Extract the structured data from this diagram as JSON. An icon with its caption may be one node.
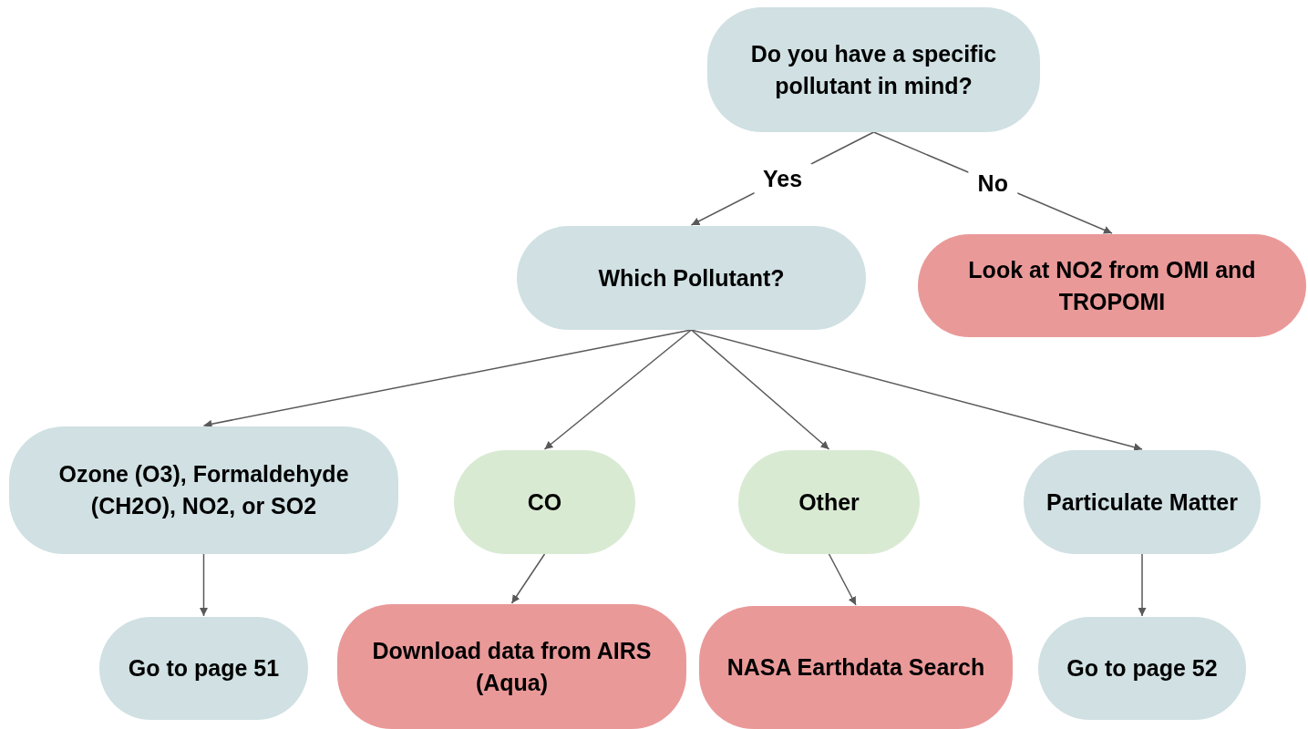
{
  "diagram": {
    "nodes": [
      {
        "text": [
          "Do you have a specific pollutant in mind?"
        ]
      },
      {
        "text": [
          "Which Pollutant?"
        ]
      },
      {
        "text": [
          "Look at NO2 from OMI and TROPOMI"
        ]
      },
      {
        "text": [
          "Ozone (O3), Formaldehyde (CH2O), NO2, or SO2"
        ]
      },
      {
        "text": [
          "CO"
        ]
      },
      {
        "text": [
          "Other"
        ]
      },
      {
        "text": [
          "Particulate Matter"
        ]
      },
      {
        "text": [
          "Go to page 51"
        ]
      },
      {
        "text": [
          "Download data from AIRS (Aqua)"
        ]
      },
      {
        "text": [
          "NASA Earthdata Search"
        ]
      },
      {
        "text": [
          "Go to page 52"
        ]
      }
    ],
    "edges": [
      {
        "from": 0,
        "to": 1,
        "arrow": "to",
        "label": "Yes"
      },
      {
        "from": 0,
        "to": 2,
        "arrow": "to",
        "label": "No"
      },
      {
        "from": 1,
        "to": 3,
        "arrow": "to"
      },
      {
        "from": 1,
        "to": 4,
        "arrow": "to"
      },
      {
        "from": 1,
        "to": 5,
        "arrow": "to"
      },
      {
        "from": 1,
        "to": 6,
        "arrow": "to"
      },
      {
        "from": 3,
        "to": 7,
        "arrow": "to"
      },
      {
        "from": 4,
        "to": 8,
        "arrow": "to"
      },
      {
        "from": 5,
        "to": 9,
        "arrow": "to"
      },
      {
        "from": 6,
        "to": 10,
        "arrow": "to"
      }
    ]
  }
}
